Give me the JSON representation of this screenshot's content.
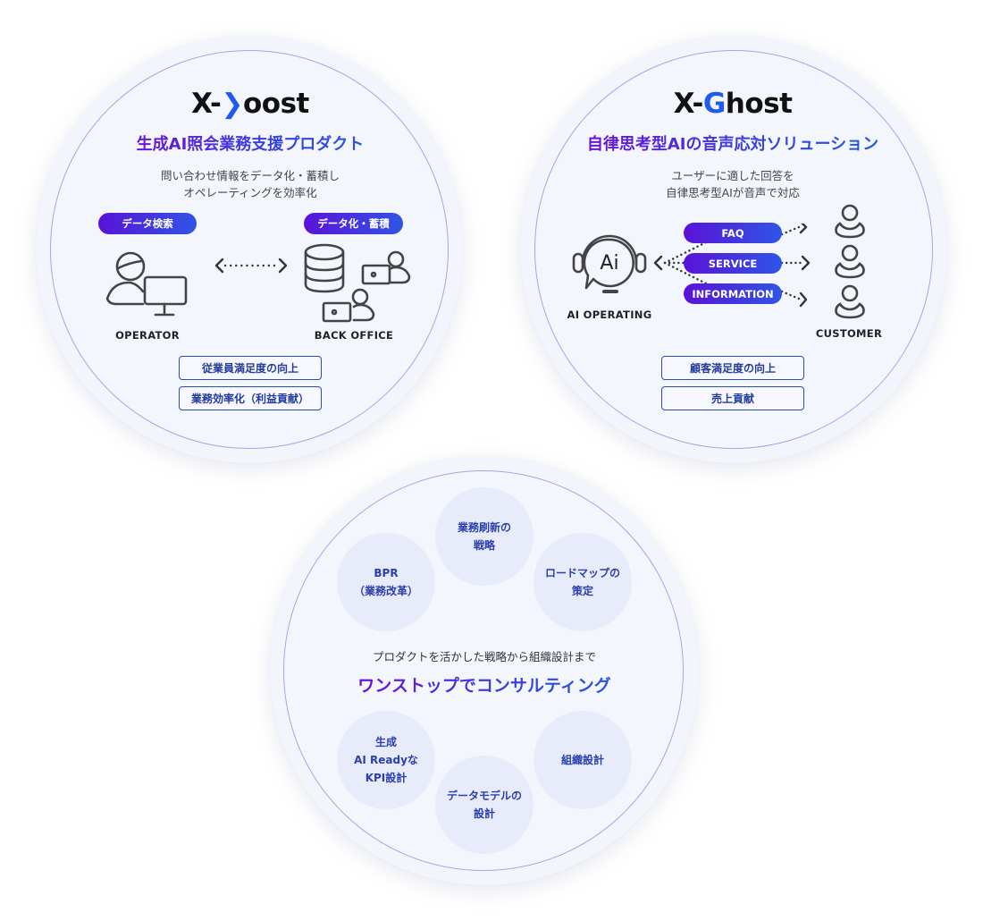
{
  "colors": {
    "accent_purple": "#6b12d6",
    "accent_blue": "#2656e0",
    "logo_blue": "#1e5bf0",
    "circle_fill": "#f3f5fd",
    "ring": "#a7a4e6",
    "box_border": "#2d4bb5",
    "bubble_fill": "#e8ebfa"
  },
  "xboost": {
    "logo_prefix": "X-",
    "logo_mark": "❯",
    "logo_suffix": "oost",
    "headline": "生成AI照会業務支援プロダクト",
    "description_line1": "問い合わせ情報をデータ化・蓄積し",
    "description_line2": "オペレーティングを効率化",
    "left_pill": "データ検索",
    "right_pill": "データ化・蓄積",
    "left_label": "OPERATOR",
    "right_label": "BACK OFFICE",
    "left_icon": "operator-at-monitor-icon",
    "right_icon": "database-with-back-office-workers-icon",
    "connector_icon": "bidirectional-dotted-arrow-icon",
    "benefits": [
      "従業員満足度の向上",
      "業務効率化（利益貢献）"
    ]
  },
  "xghost": {
    "logo_prefix": "X-",
    "logo_mark": "G",
    "logo_suffix": "host",
    "headline": "自律思考型AIの音声応対ソリューション",
    "description_line1": "ユーザーに適した回答を",
    "description_line2": "自律思考型AIが音声で対応",
    "ai_icon_text": "Ai",
    "ai_label": "AI OPERATING",
    "customer_label": "CUSTOMER",
    "channels": [
      "FAQ",
      "SERVICE",
      "INFORMATION"
    ],
    "ai_icon": "ai-headset-chat-bubble-icon",
    "customer_icon": "person-icon",
    "benefits": [
      "顧客満足度の向上",
      "売上貢献"
    ]
  },
  "consulting": {
    "subtitle": "プロダクトを活かした戦略から組織設計まで",
    "headline": "ワンストップでコンサルティング",
    "bubbles": [
      "業務刷新の\n戦略",
      "BPR\n（業務改革）",
      "ロードマップの\n策定",
      "生成\nAI Readyな\nKPI設計",
      "データモデルの\n設計",
      "組織設計"
    ]
  }
}
